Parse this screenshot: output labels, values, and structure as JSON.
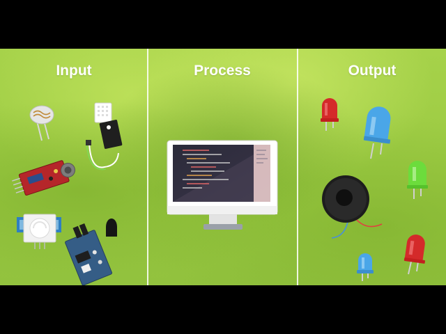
{
  "sections": [
    {
      "title": "Input"
    },
    {
      "title": "Process"
    },
    {
      "title": "Output"
    }
  ],
  "colors": {
    "background": "#9ccb43",
    "divider": "#ffffff",
    "led_red": "#d42a2a",
    "led_blue": "#4aa6e8",
    "led_green": "#6cdc3c",
    "sensor_board_red": "#b5262a",
    "sensor_board_blue": "#355d86"
  },
  "icons": {
    "input": [
      "photoresistor-icon",
      "humidity-sensor-icon",
      "sound-sensor-module-icon",
      "pir-motion-sensor-icon",
      "flame-sensor-module-icon"
    ],
    "process": [
      "computer-monitor-icon",
      "code-editor-icon"
    ],
    "output": [
      "red-led-icon",
      "blue-led-icon",
      "green-led-icon",
      "buzzer-icon",
      "small-blue-led-icon",
      "red-led-icon"
    ]
  }
}
